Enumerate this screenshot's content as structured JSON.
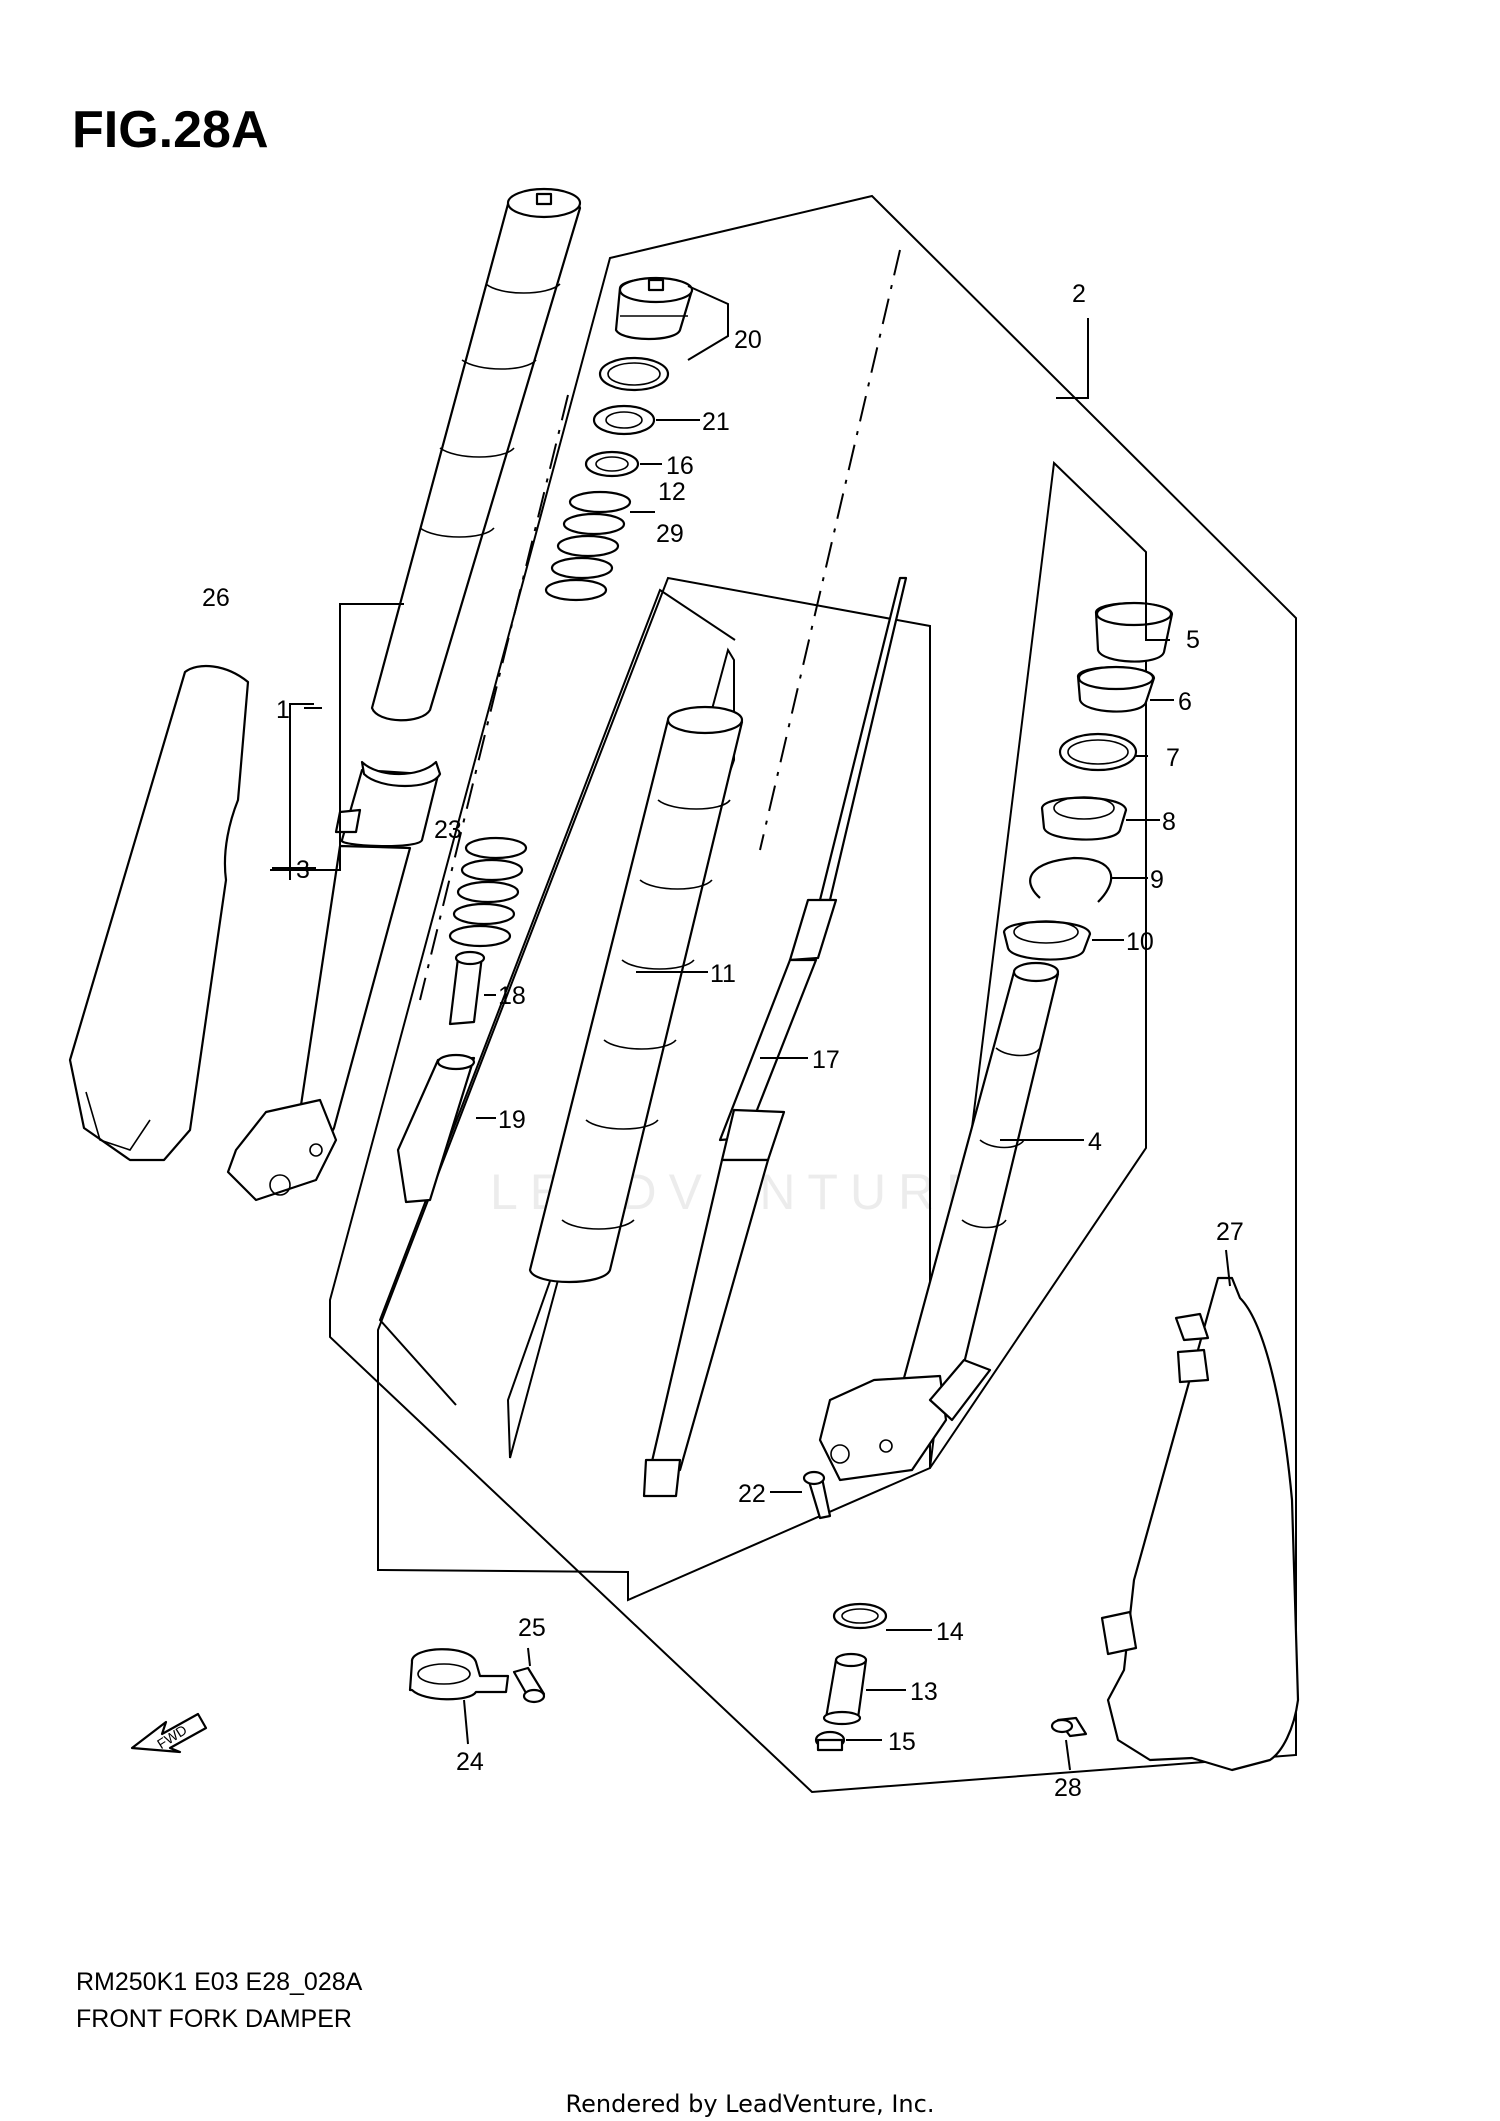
{
  "figure": {
    "title": "FIG.28A",
    "code": "RM250K1 E03 E28_028A",
    "name": "FRONT FORK DAMPER"
  },
  "footer": {
    "render_note": "Rendered by LeadVenture, Inc."
  },
  "watermark": {
    "text": "LEADVENTURE"
  },
  "fwd_arrow": {
    "label": "FWD"
  },
  "callouts": [
    {
      "id": "c1",
      "text": "1"
    },
    {
      "id": "c2",
      "text": "2"
    },
    {
      "id": "c3",
      "text": "3"
    },
    {
      "id": "c4",
      "text": "4"
    },
    {
      "id": "c5",
      "text": "5"
    },
    {
      "id": "c6",
      "text": "6"
    },
    {
      "id": "c7",
      "text": "7"
    },
    {
      "id": "c8",
      "text": "8"
    },
    {
      "id": "c9",
      "text": "9"
    },
    {
      "id": "c10",
      "text": "10"
    },
    {
      "id": "c11",
      "text": "11"
    },
    {
      "id": "c12",
      "text": "12"
    },
    {
      "id": "c29",
      "text": "29"
    },
    {
      "id": "c13",
      "text": "13"
    },
    {
      "id": "c14",
      "text": "14"
    },
    {
      "id": "c15",
      "text": "15"
    },
    {
      "id": "c16",
      "text": "16"
    },
    {
      "id": "c17",
      "text": "17"
    },
    {
      "id": "c18",
      "text": "18"
    },
    {
      "id": "c19",
      "text": "19"
    },
    {
      "id": "c20",
      "text": "20"
    },
    {
      "id": "c21",
      "text": "21"
    },
    {
      "id": "c22",
      "text": "22"
    },
    {
      "id": "c23",
      "text": "23"
    },
    {
      "id": "c24",
      "text": "24"
    },
    {
      "id": "c25",
      "text": "25"
    },
    {
      "id": "c26",
      "text": "26"
    },
    {
      "id": "c27",
      "text": "27"
    },
    {
      "id": "c28",
      "text": "28"
    }
  ]
}
